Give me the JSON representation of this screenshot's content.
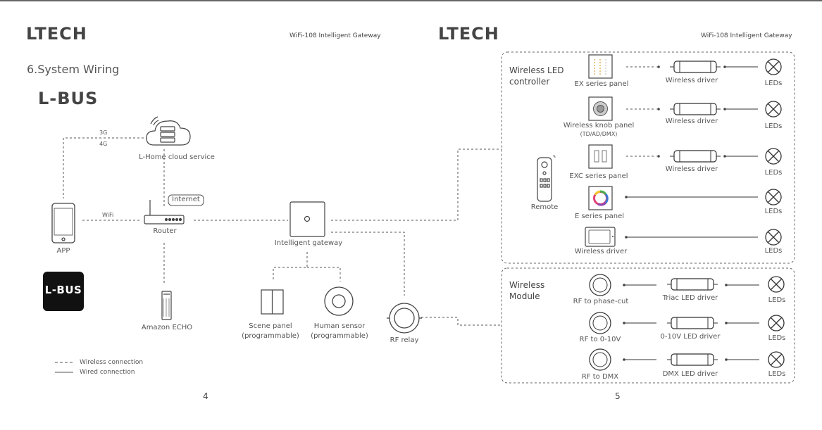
{
  "header": {
    "logo_left": "LTECH",
    "logo_right": "LTECH",
    "product_left": "WiFi-108 Intelligent Gateway",
    "product_right": "WiFi-108 Intelligent Gateway"
  },
  "section_title": "6.System Wiring",
  "brand_label": "L-BUS",
  "badge_label": "L-BUS",
  "left": {
    "cloud": "L-Home cloud service",
    "net_3g": "3G",
    "net_4g": "4G",
    "app": "APP",
    "wifi": "WiFi",
    "router": "Router",
    "internet": "Internet",
    "gateway": "Intelligent gateway",
    "echo": "Amazon ECHO",
    "scene_1": "Scene panel",
    "scene_2": "(programmable)",
    "sensor_1": "Human sensor",
    "sensor_2": "(programmable)",
    "rf_relay": "RF relay",
    "remote": "Remote"
  },
  "legend": {
    "wireless": "Wireless connection",
    "wired": "Wired connection"
  },
  "controller": {
    "title_1": "Wireless LED",
    "title_2": "controller",
    "ex_panel": "EX series panel",
    "knob_1": "Wireless knob panel",
    "knob_2": "(TD/AD/DMX)",
    "exc_panel": "EXC series panel",
    "e_panel": "E series panel",
    "wireless_driver": "Wireless driver",
    "leds": "LEDs"
  },
  "module": {
    "title_1": "Wireless",
    "title_2": "Module",
    "rf_phase": "RF to phase-cut",
    "rf_010": "RF to 0-10V",
    "rf_dmx": "RF to DMX",
    "triac": "Triac LED driver",
    "drv_010": "0-10V LED driver",
    "dmx": "DMX LED driver",
    "leds": "LEDs"
  },
  "pages": {
    "left": "4",
    "right": "5"
  }
}
